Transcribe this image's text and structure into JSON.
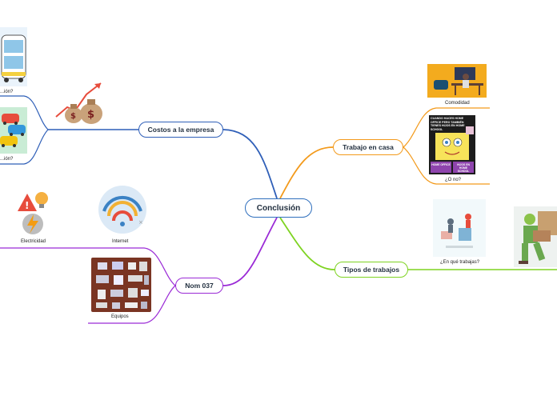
{
  "center": {
    "label": "Conclusión"
  },
  "branches": {
    "costos": {
      "label": "Costos a la empresa",
      "children": [
        {
          "label": "...ión?"
        },
        {
          "label": "...ión?"
        }
      ]
    },
    "nom": {
      "label": "Nom 037",
      "children": [
        {
          "label": "Electricidad"
        },
        {
          "label": "Internet"
        },
        {
          "label": "Equipos"
        }
      ]
    },
    "trabajo": {
      "label": "Trabajo en casa",
      "children": [
        {
          "label": "Comodidad"
        },
        {
          "label": "¿O no?"
        }
      ]
    },
    "tipos": {
      "label": "Tipos de trabajos",
      "children": [
        {
          "label": "¿En qué trabajas?"
        }
      ]
    }
  },
  "meme": {
    "caption": "CUANDO HACES HOME OFFICE PERO TAMBIÉN TIENES HIJOS EN HOME SCHOOL",
    "tag_left": "HOME OFFICE",
    "tag_right": "HIJOS EN HOME SCHOOL"
  },
  "colors": {
    "costos": "#2f5fb8",
    "nom": "#9a2ad6",
    "trabajo": "#f39a1b",
    "tipos": "#7ed321",
    "center": "#2f6fbd"
  }
}
